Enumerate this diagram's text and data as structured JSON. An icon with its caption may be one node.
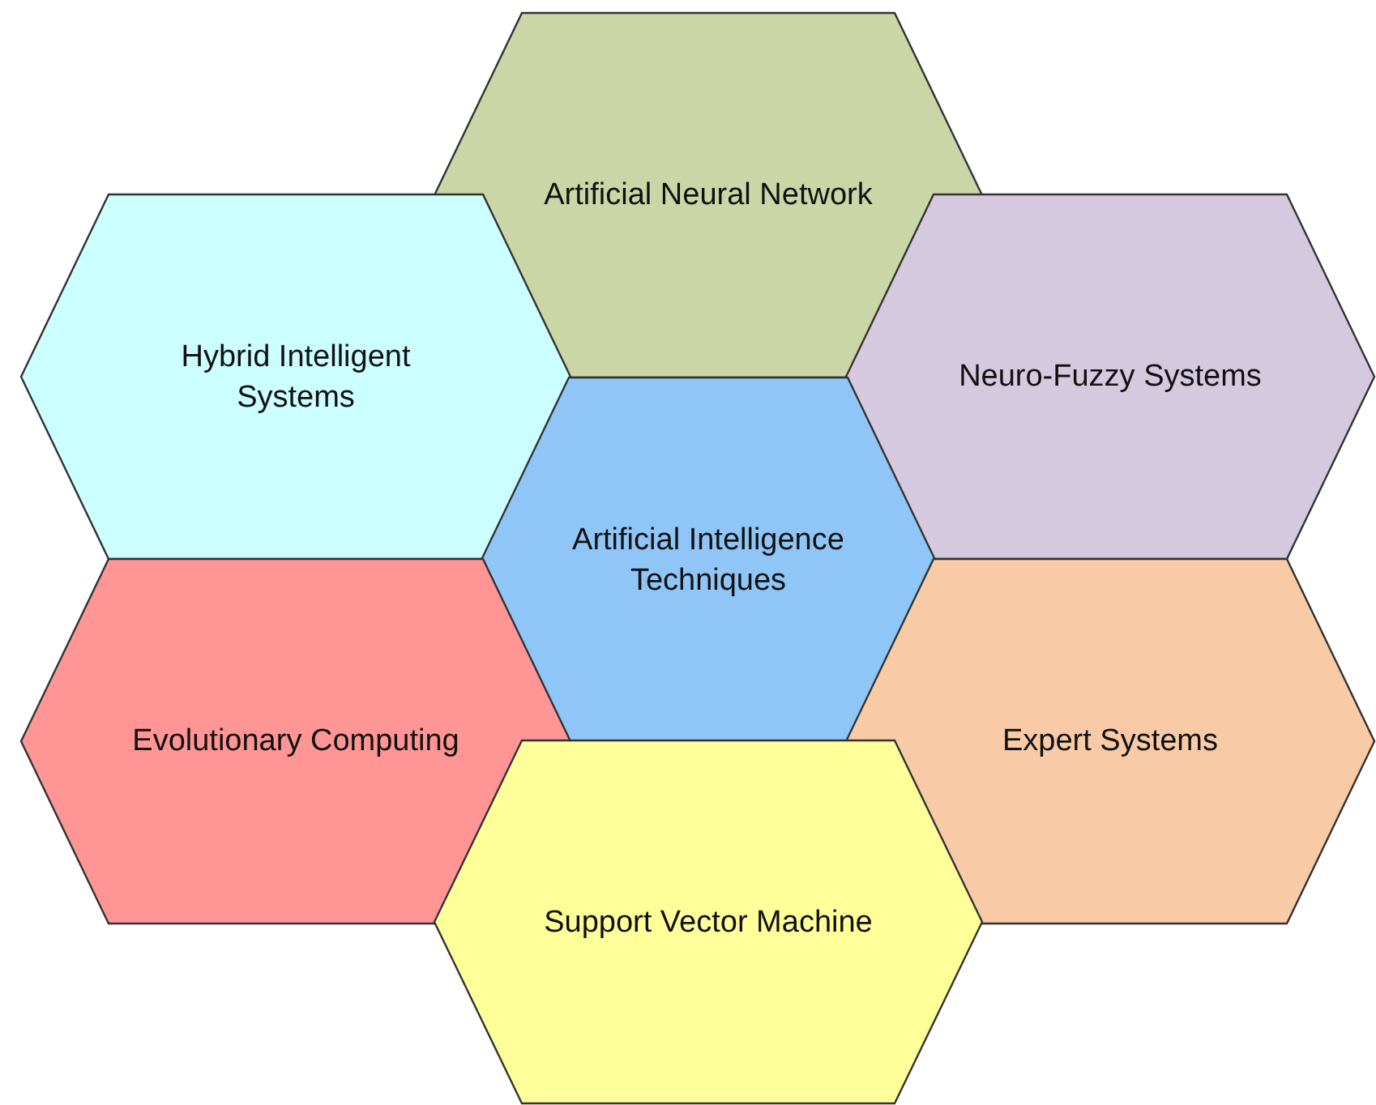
{
  "diagram": {
    "nodes": [
      {
        "text": [
          "Artificial Neural Network"
        ]
      },
      {
        "text": [
          "Hybrid Intelligent Systems"
        ]
      },
      {
        "text": [
          "Neuro-Fuzzy Systems"
        ]
      },
      {
        "text": [
          "Artificial Intelligence Techniques"
        ]
      },
      {
        "text": [
          "Evolutionary Computing"
        ]
      },
      {
        "text": [
          "Expert Systems"
        ]
      },
      {
        "text": [
          "Support Vector Machine"
        ]
      }
    ]
  }
}
